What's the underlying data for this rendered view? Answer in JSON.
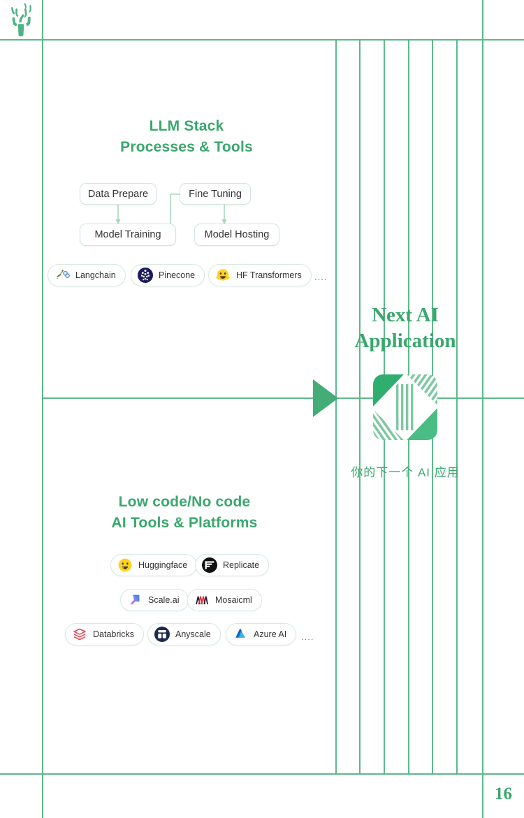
{
  "page": {
    "number": "16",
    "accent_color": "#3aa76d",
    "rule_color": "#5cb98a",
    "background": "#ffffff",
    "logo_name": "cactus-logo"
  },
  "sections": {
    "top": {
      "title_line1": "LLM Stack",
      "title_line2": "Processes & Tools",
      "flow": {
        "boxes": [
          {
            "id": "data-prepare",
            "label": "Data Prepare"
          },
          {
            "id": "fine-tuning",
            "label": "Fine Tuning"
          },
          {
            "id": "model-training",
            "label": "Model Training"
          },
          {
            "id": "model-hosting",
            "label": "Model Hosting"
          }
        ]
      },
      "tools": [
        {
          "id": "langchain",
          "label": "Langchain",
          "icon": "langchain-icon"
        },
        {
          "id": "pinecone",
          "label": "Pinecone",
          "icon": "pinecone-icon"
        },
        {
          "id": "hf-transformers",
          "label": "HF Transformers",
          "icon": "hugging-face-icon"
        }
      ],
      "more": "...."
    },
    "bottom": {
      "title_line1": "Low code/No code",
      "title_line2": "AI Tools & Platforms",
      "tools_row1": [
        {
          "id": "huggingface",
          "label": "Huggingface",
          "icon": "hugging-face-icon"
        },
        {
          "id": "replicate",
          "label": "Replicate",
          "icon": "replicate-icon"
        }
      ],
      "tools_row2": [
        {
          "id": "scale-ai",
          "label": "Scale.ai",
          "icon": "scale-ai-icon"
        },
        {
          "id": "mosaicml",
          "label": "Mosaicml",
          "icon": "mosaicml-icon"
        }
      ],
      "tools_row3": [
        {
          "id": "databricks",
          "label": "Databricks",
          "icon": "databricks-icon"
        },
        {
          "id": "anyscale",
          "label": "Anyscale",
          "icon": "anyscale-icon"
        },
        {
          "id": "azure-ai",
          "label": "Azure AI",
          "icon": "azure-ai-icon"
        }
      ],
      "more": "...."
    },
    "right": {
      "title_line1": "Next AI",
      "title_line2": "Application",
      "logo_name": "isometric-cube-logo",
      "caption_cn": "你的下一个 AI 应用"
    }
  }
}
